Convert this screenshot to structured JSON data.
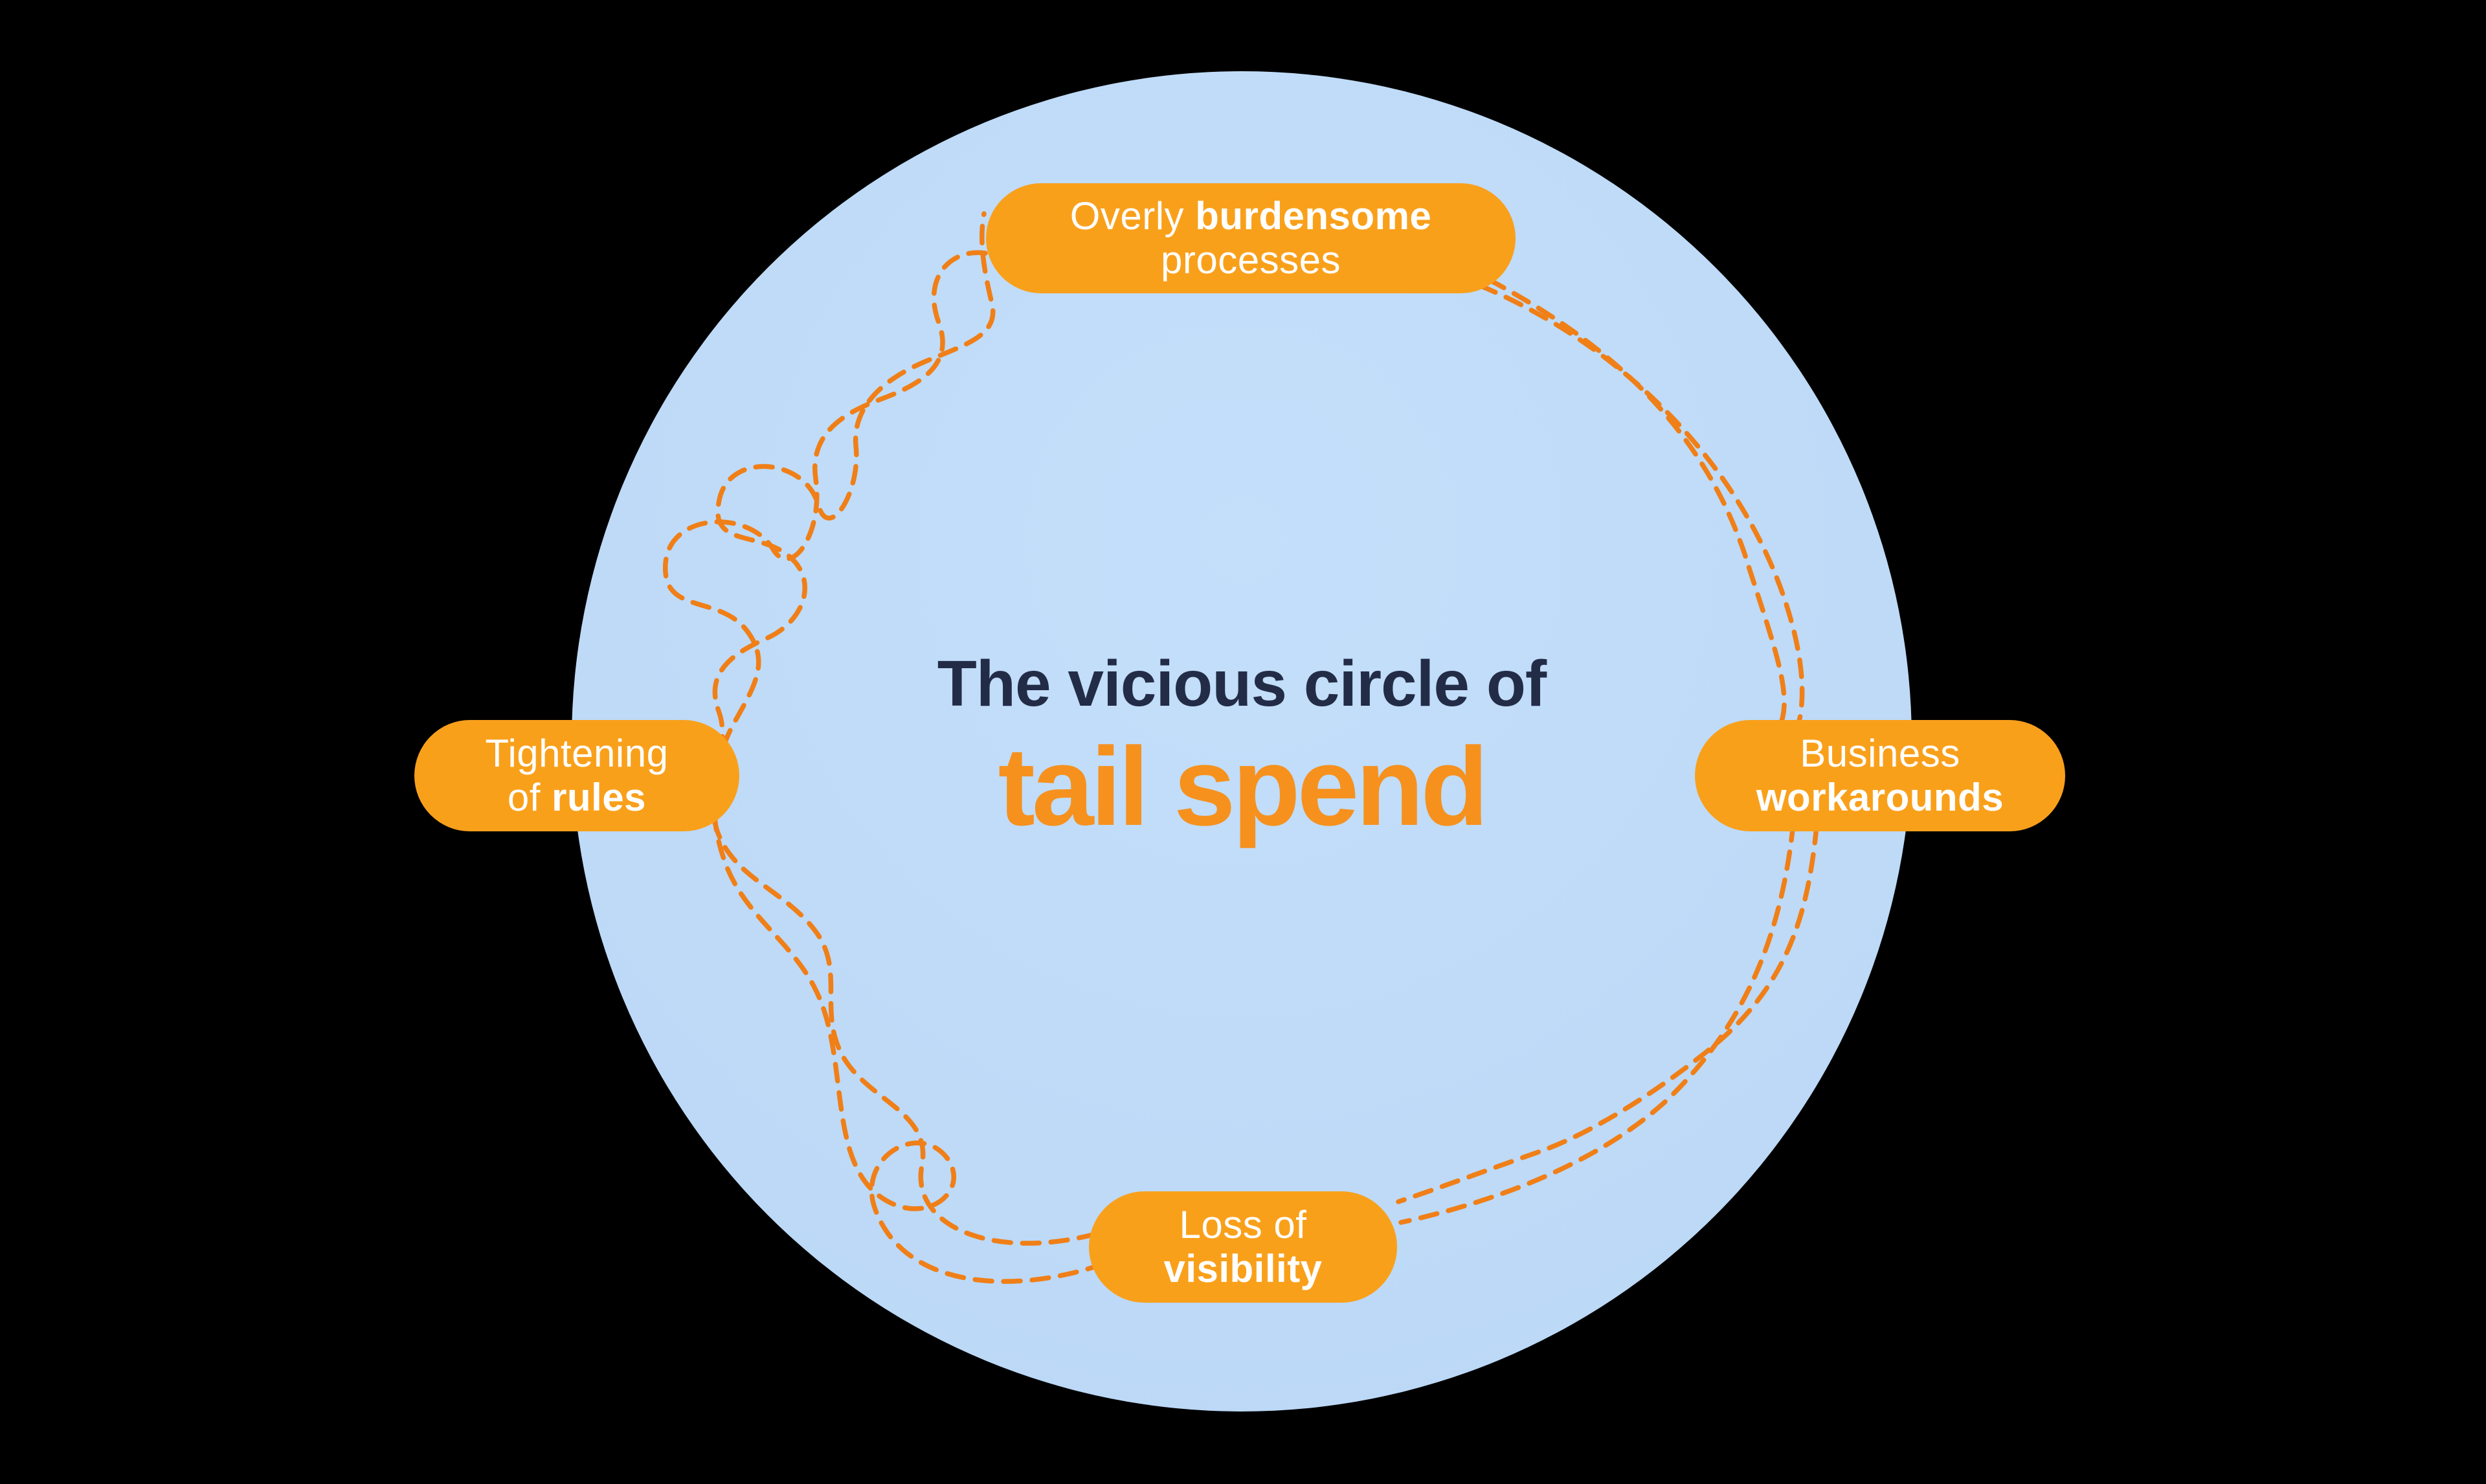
{
  "title": {
    "line1": "The vicious circle of",
    "line2": "tail spend"
  },
  "pills": {
    "top": {
      "line1_regular": "Overly ",
      "line1_bold": "burdensome",
      "line2_regular": "processes",
      "line2_bold": ""
    },
    "right": {
      "line1_regular": "Business",
      "line1_bold": "",
      "line2_regular": "",
      "line2_bold": "workarounds"
    },
    "bottom": {
      "line1_regular": "Loss of",
      "line1_bold": "",
      "line2_regular": "",
      "line2_bold": "visibility"
    },
    "left": {
      "line1_regular": "Tightening",
      "line1_bold": "",
      "line2_regular": "of ",
      "line2_bold": "rules"
    }
  },
  "colors": {
    "background": "#000000",
    "circle_fill": "#BEDAF7",
    "pill_fill": "#F9A01B",
    "pill_text": "#FFFFFF",
    "dash_stroke": "#F07F17",
    "title_navy": "#232C47",
    "title_orange": "#F6911E"
  }
}
